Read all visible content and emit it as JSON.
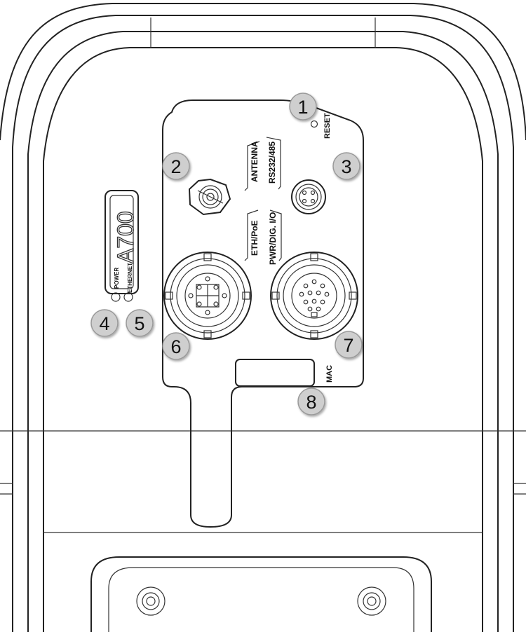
{
  "device": {
    "model_label": "A700"
  },
  "leds": {
    "power_label": "POWER",
    "ethernet_label": "ETHERNET"
  },
  "ports": {
    "reset_label": "RESET",
    "antenna_label": "ANTENNA",
    "rs_label": "RS232/485",
    "eth_label": "ETH/PoE",
    "pwr_label": "PWR/DIG. I/O",
    "mac_label": "MAC"
  },
  "callouts": [
    "1",
    "2",
    "3",
    "4",
    "5",
    "6",
    "7",
    "8"
  ],
  "colors": {
    "outline": "#222222",
    "callout_fill": "#cfcfcf",
    "background": "#ffffff"
  }
}
